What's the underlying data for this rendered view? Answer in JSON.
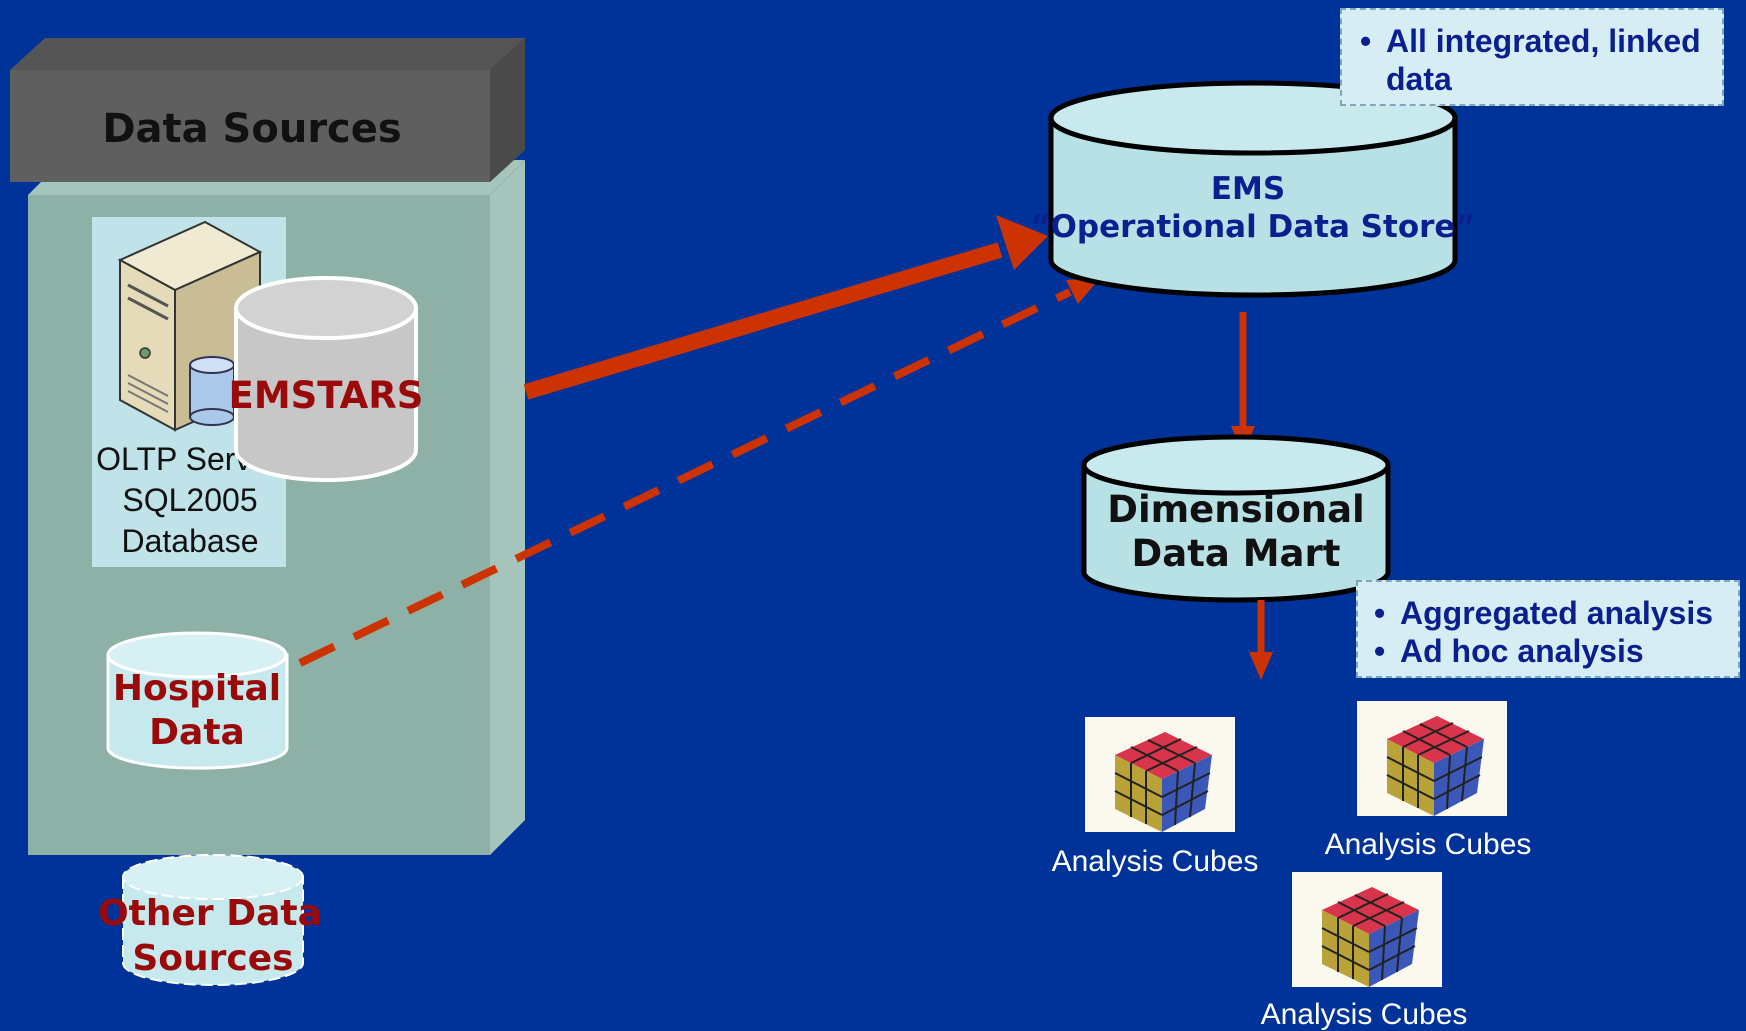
{
  "data_sources": {
    "title": "Data Sources",
    "oltp_label_line1": "OLTP Server",
    "oltp_label_line2": "SQL2005",
    "oltp_label_line3": "Database",
    "emstars_label": "EMSTARS",
    "hospital_line1": "Hospital",
    "hospital_line2": "Data",
    "other_line1": "Other Data",
    "other_line2": "Sources"
  },
  "ods": {
    "line1": "EMS",
    "line2": "“Operational Data Store”",
    "callout": [
      "All integrated, linked data"
    ]
  },
  "mart": {
    "line1": "Dimensional",
    "line2": "Data Mart",
    "callout": [
      "Aggregated analysis",
      "Ad hoc analysis"
    ]
  },
  "cubes": [
    "Analysis Cubes",
    "Analysis Cubes",
    "Analysis Cubes"
  ],
  "colors": {
    "background": "#003399",
    "arrow": "#cc3300",
    "panel": "#8fb3a8",
    "cylinder_ods": "#b8e1e6",
    "label_dark_red": "#9b0a0a",
    "label_navy": "#0b1f8f"
  }
}
